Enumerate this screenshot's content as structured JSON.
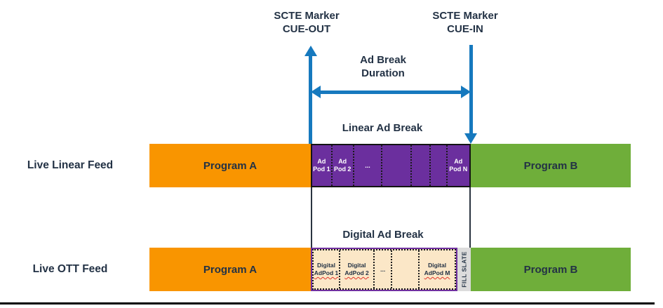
{
  "colors": {
    "navy": "#233245",
    "blue": "#1679BE",
    "orange": "#F99500",
    "purple": "#6B2F9E",
    "purple_border": "#7030A0",
    "green": "#6FAE3A",
    "cream": "#FBE7C7",
    "slate_gray": "#DCDCDC",
    "divider": "#1A1A1A",
    "line": "#000000"
  },
  "markers": {
    "cue_out": {
      "line1": "SCTE Marker",
      "line2": "CUE-OUT"
    },
    "cue_in": {
      "line1": "SCTE Marker",
      "line2": "CUE-IN"
    },
    "duration": {
      "line1": "Ad Break",
      "line2": "Duration"
    }
  },
  "linear": {
    "row_label": "Live Linear Feed",
    "break_label": "Linear Ad Break",
    "program_a": "Program A",
    "program_b": "Program B",
    "pods": [
      {
        "top": "Ad",
        "bottom": "Pod 1",
        "w": 29
      },
      {
        "top": "Ad",
        "bottom": "Pod 2",
        "w": 31
      },
      {
        "top": "...",
        "w": 42
      },
      {
        "w": 43
      },
      {
        "w": 27
      },
      {
        "w": 23
      },
      {
        "top": "Ad",
        "bottom": "Pod N",
        "w": 34
      }
    ]
  },
  "ott": {
    "row_label": "Live OTT Feed",
    "break_label": "Digital Ad Break",
    "program_a": "Program A",
    "program_b": "Program B",
    "fill_slate": "FILL SLATE",
    "pods": [
      {
        "top": "Digital",
        "bottom": "AdPod 1",
        "squiggle": true,
        "w": 39
      },
      {
        "top": "Digital",
        "bottom": "AdPod 2",
        "squiggle": true,
        "w": 51
      },
      {
        "top": "...",
        "w": 25
      },
      {
        "w": 40
      },
      {
        "top": "Digital",
        "bottom": "AdPod M",
        "squiggle": true,
        "w": 54
      }
    ]
  }
}
